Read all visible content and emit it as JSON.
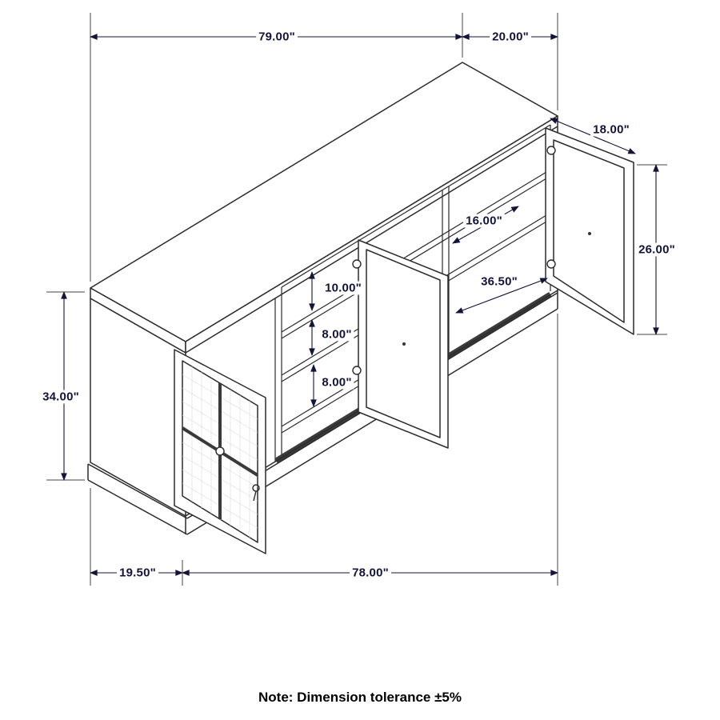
{
  "diagram": {
    "note": "Note: Dimension tolerance ±5%",
    "units": "inches",
    "dimensions": {
      "top_length": "79.00\"",
      "top_depth": "20.00\"",
      "right_door_width": "18.00\"",
      "right_door_height": "26.00\"",
      "shelf_depth": "16.00\"",
      "shelf_gap_top": "10.00\"",
      "shelf_gap_middle": "8.00\"",
      "shelf_gap_bottom": "8.00\"",
      "center_opening_width": "36.50\"",
      "cabinet_height": "34.00\"",
      "left_section_width": "19.50\"",
      "base_length": "78.00\""
    }
  }
}
